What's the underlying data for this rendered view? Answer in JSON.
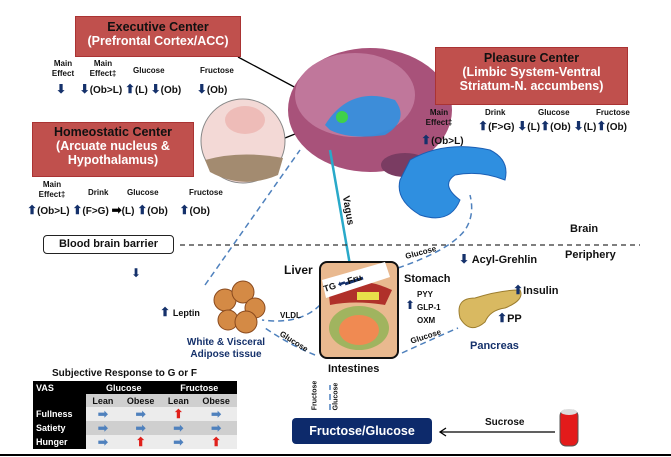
{
  "executive": {
    "title": "Executive Center",
    "subtitle": "(Prefrontal Cortex/ACC)",
    "cols": [
      "Main Effect",
      "Main Effect‡",
      "Glucose",
      "Fructose"
    ],
    "values": [
      {
        "dir": "down",
        "text": ""
      },
      {
        "dir": "down",
        "text": "(Ob>L)"
      },
      {
        "dir": "up",
        "text": "(L)"
      },
      {
        "dir": "down",
        "text": "(Ob)"
      },
      {
        "dir": "down",
        "text": "(Ob)"
      }
    ]
  },
  "homeostatic": {
    "title": "Homeostatic Center",
    "subtitle": "(Arcuate nucleus & Hypothalamus)",
    "cols": [
      "Main Effect‡",
      "Drink",
      "Glucose",
      "Fructose"
    ],
    "values": [
      {
        "dir": "up",
        "text": "(Ob>L)"
      },
      {
        "dir": "up",
        "text": "(F>G)"
      },
      {
        "dir": "right",
        "text": "(L)"
      },
      {
        "dir": "up",
        "text": "(Ob)"
      },
      {
        "dir": "up",
        "text": "(Ob)"
      }
    ]
  },
  "pleasure": {
    "title": "Pleasure Center",
    "subtitle": "(Limbic System-Ventral Striatum-N. accumbens)",
    "cols": [
      "Main Effect‡",
      "Drink",
      "Glucose",
      "Fructose"
    ],
    "values": [
      {
        "dir": "up",
        "text": "(Ob>L)"
      },
      {
        "dir": "up",
        "text": "(F>G)"
      },
      {
        "dir": "down",
        "text": "(L)"
      },
      {
        "dir": "up",
        "text": "(Ob)"
      },
      {
        "dir": "down",
        "text": "(L)"
      },
      {
        "dir": "up",
        "text": "(Ob)"
      }
    ]
  },
  "labels": {
    "vagus": "Vagus",
    "bbb": "Blood brain barrier",
    "brain": "Brain",
    "periphery": "Periphery",
    "leptin": "Leptin",
    "adipose1": "White & Visceral",
    "adipose2": "Adipose tissue",
    "liver": "Liver",
    "tg": "TG",
    "fru": "Fru",
    "vldl": "VLDL",
    "glucose": "Glucose",
    "stomach": "Stomach",
    "pyy": "PYY",
    "glp1": "GLP-1",
    "oxm": "OXM",
    "acyl": "Acyl-Grehlin",
    "insulin": "Insulin",
    "pp": "PP",
    "pancreas": "Pancreas",
    "intestines": "Intestines",
    "fructose": "Fructose",
    "fg": "Fructose/Glucose",
    "sucrose": "Sucrose"
  },
  "table": {
    "title": "Subjective Response to G or F",
    "header": [
      "VAS",
      "Glucose",
      "Fructose"
    ],
    "sub": [
      "Lean",
      "Obese",
      "Lean",
      "Obese"
    ],
    "rows": [
      {
        "label": "Fullness",
        "cells": [
          "right",
          "right",
          "up",
          "right"
        ]
      },
      {
        "label": "Satiety",
        "cells": [
          "right",
          "right",
          "right",
          "right"
        ]
      },
      {
        "label": "Hunger",
        "cells": [
          "right",
          "up",
          "right",
          "up"
        ]
      }
    ]
  },
  "colors": {
    "box": "#c0504d",
    "navy": "#15316b",
    "blue_arrow": "#4f81bd",
    "red_arrow": "#e0201b"
  }
}
